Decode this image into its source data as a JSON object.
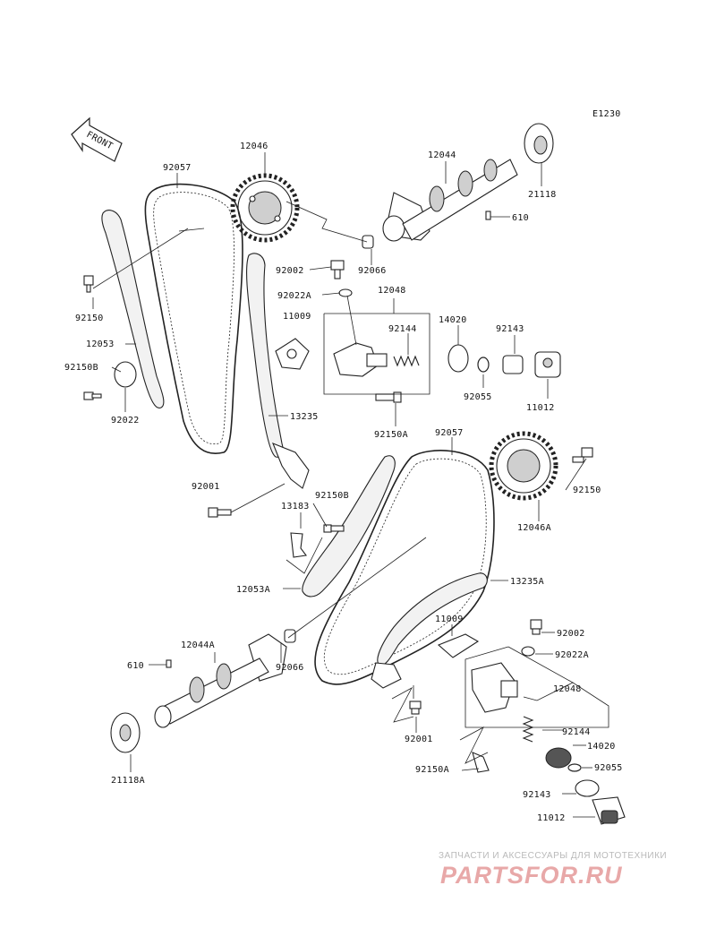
{
  "diagram": {
    "code": "E1230",
    "front_label": "FRONT"
  },
  "labels": {
    "l12046": "12046",
    "l92057": "92057",
    "l12044": "12044",
    "l21118": "21118",
    "l610": "610",
    "l92002": "92002",
    "l92066": "92066",
    "l92022A": "92022A",
    "l12048": "12048",
    "l11009": "11009",
    "l14020": "14020",
    "l92143": "92143",
    "l92144": "92144",
    "l92150": "92150",
    "l12053": "12053",
    "l92150B": "92150B",
    "l92022": "92022",
    "l92055": "92055",
    "l11012": "11012",
    "l13235": "13235",
    "l92150A": "92150A",
    "l92057b": "92057",
    "l92001": "92001",
    "l92150Bb": "92150B",
    "l92150b": "92150",
    "l13183": "13183",
    "l12046A": "12046A",
    "l12053A": "12053A",
    "l13235A": "13235A",
    "l11009b": "11009",
    "l92002b": "92002",
    "l12044A": "12044A",
    "l92022Ab": "92022A",
    "l610b": "610",
    "l92066b": "92066",
    "l12048b": "12048",
    "l92144b": "92144",
    "l14020b": "14020",
    "l92001b": "92001",
    "l92150Ab": "92150A",
    "l92055b": "92055",
    "l21118A": "21118A",
    "l92143b": "92143",
    "l11012b": "11012"
  },
  "watermark": {
    "tagline": "ЗАПЧАСТИ И АКСЕССУАРЫ ДЛЯ МОТОТЕХНИКИ",
    "logo": "PARTSFOR.RU"
  }
}
